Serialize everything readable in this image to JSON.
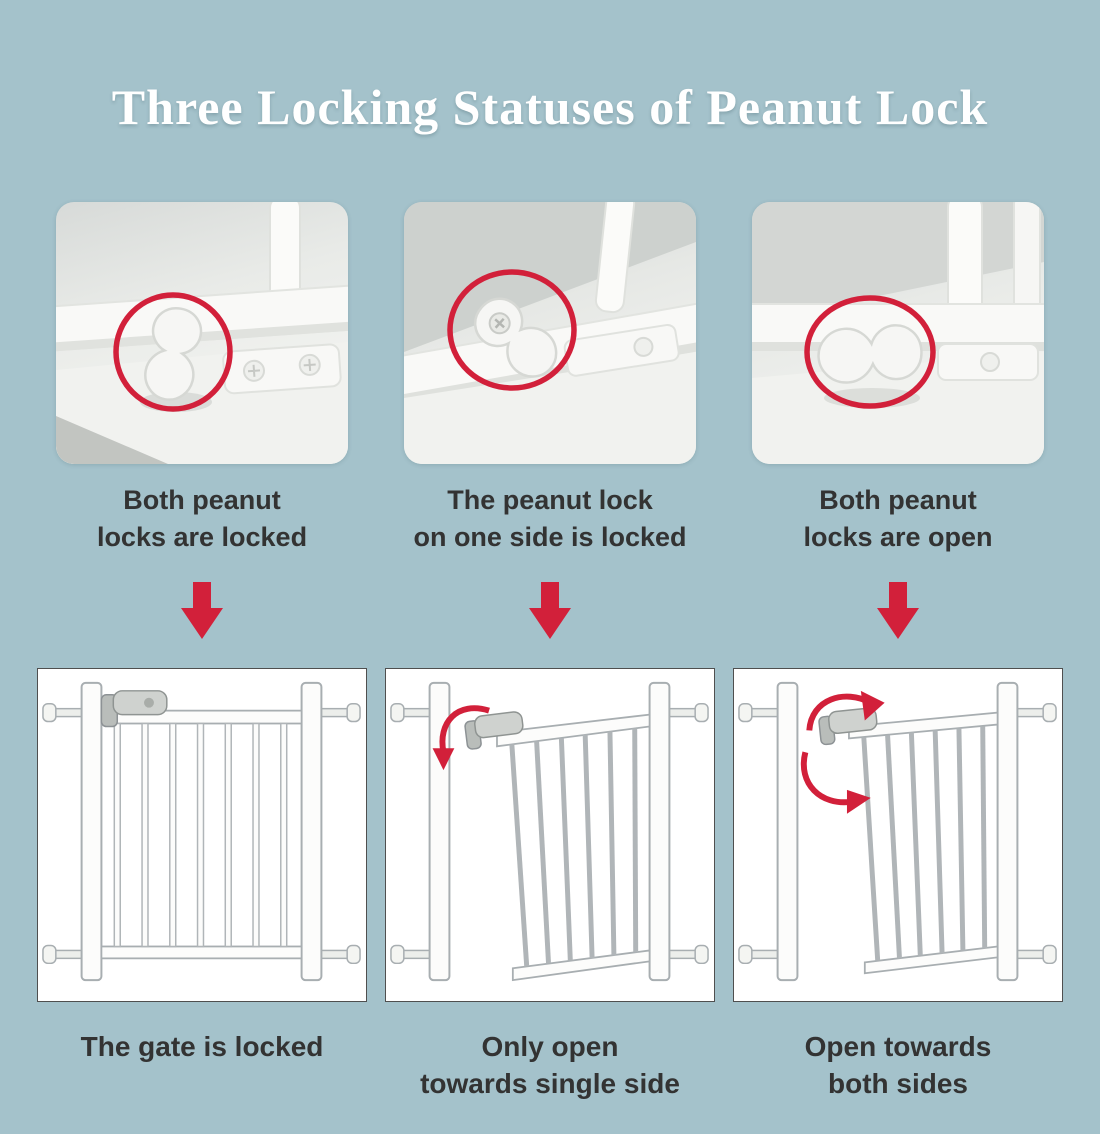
{
  "page": {
    "title": "Three Locking Statuses of Peanut Lock",
    "background_color": "#a4c2cb",
    "accent_red": "#d2203a",
    "text_color": "#333333"
  },
  "columns": [
    {
      "status": {
        "line1": "Both peanut",
        "line2": "locks are locked"
      },
      "caption": {
        "line1": "The gate is locked",
        "line2": ""
      }
    },
    {
      "status": {
        "line1": "The peanut lock",
        "line2": "on one side is locked"
      },
      "caption": {
        "line1": "Only open",
        "line2": "towards single side"
      }
    },
    {
      "status": {
        "line1": "Both peanut",
        "line2": "locks are open"
      },
      "caption": {
        "line1": "Open towards",
        "line2": "both sides"
      }
    }
  ]
}
